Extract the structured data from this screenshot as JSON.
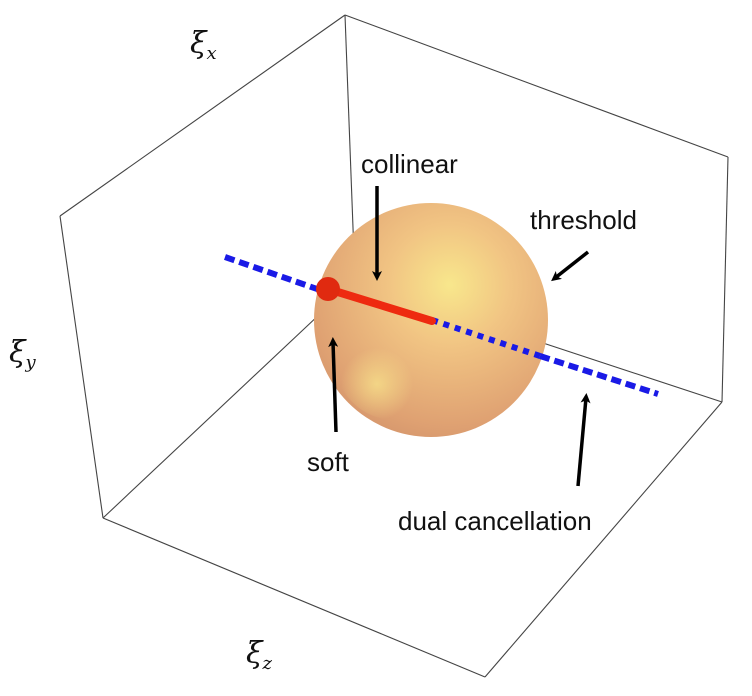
{
  "axes": {
    "x_label": "ξ",
    "x_sub": "x",
    "y_label": "ξ",
    "y_sub": "y",
    "z_label": "ξ",
    "z_sub": "z"
  },
  "labels": {
    "collinear": "collinear",
    "threshold": "threshold",
    "soft": "soft",
    "dual_cancellation": "dual cancellation"
  },
  "colors": {
    "sphere": "#e8b07a",
    "sphere_highlight": "#f6e08a",
    "dashed_line": "#1a1ae6",
    "collinear_segment": "#ee2a10",
    "soft_point": "#e02a10",
    "arrow": "#000000"
  }
}
